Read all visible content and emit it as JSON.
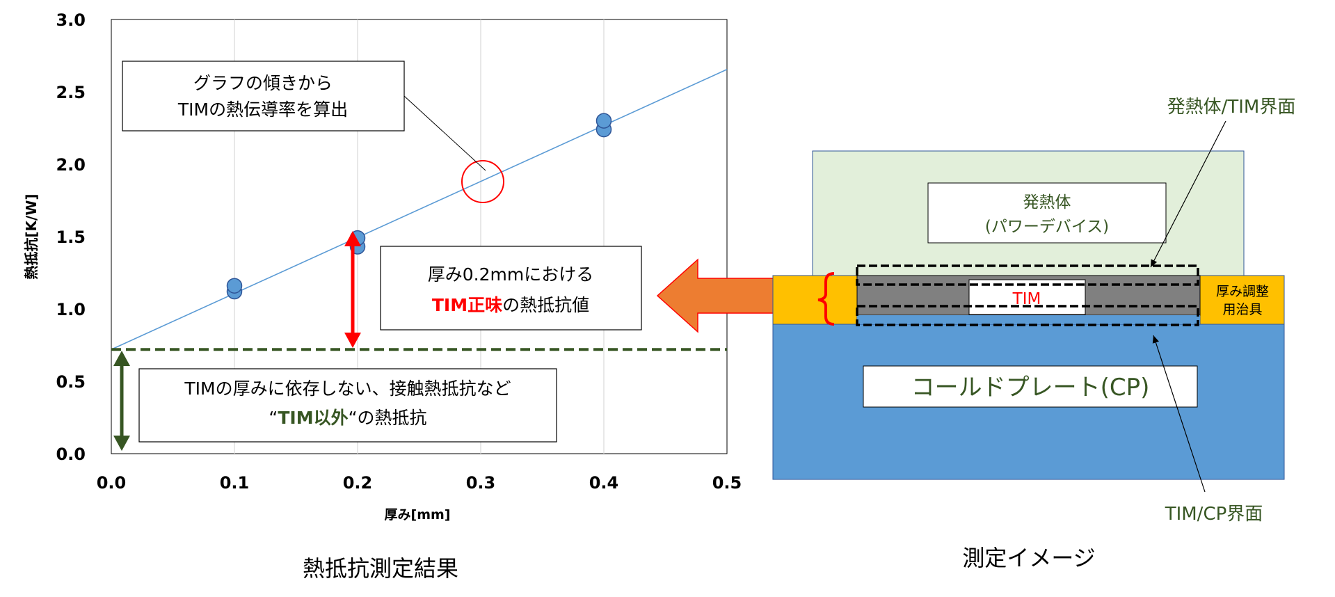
{
  "chart_data": {
    "type": "scatter",
    "xlabel": "厚み[mm]",
    "ylabel": "熱抵抗[K/W]",
    "xlim": [
      0,
      0.5
    ],
    "ylim": [
      0,
      3.0
    ],
    "xticks": [
      "0.0",
      "0.1",
      "0.2",
      "0.3",
      "0.4",
      "0.5"
    ],
    "yticks": [
      "0.0",
      "0.5",
      "1.0",
      "1.5",
      "2.0",
      "2.5",
      "3.0"
    ],
    "grid": "vertical",
    "points": [
      {
        "x": 0.1,
        "y": 1.12
      },
      {
        "x": 0.1,
        "y": 1.16
      },
      {
        "x": 0.2,
        "y": 1.43
      },
      {
        "x": 0.2,
        "y": 1.49
      },
      {
        "x": 0.4,
        "y": 2.24
      },
      {
        "x": 0.4,
        "y": 2.3
      }
    ],
    "fit_line": {
      "intercept": 0.72,
      "slope": 3.87
    },
    "baseline": 0.72,
    "colors": {
      "points": "#5b9bd5",
      "fit": "#5b9bd5",
      "baseline": "#375623"
    }
  },
  "chart_caption": "熱抵抗測定結果",
  "annotations": {
    "slope_line1": "グラフの傾きから",
    "slope_line2": "TIMの熱伝導率を算出",
    "net_line1": "厚み0.2mmにおける",
    "net_bold": "TIM正味",
    "net_rest": "の熱抵抗値",
    "other_line1": "TIMの厚みに依存しない、接触熱抵抗など",
    "other_q1": "“",
    "other_bold": "TIM以外",
    "other_rest": "“の熱抵抗"
  },
  "diagram": {
    "caption": "測定イメージ",
    "heater_line1": "発熱体",
    "heater_line2": "(パワーデバイス)",
    "tim": "TIM",
    "jig_line1": "厚み調整",
    "jig_line2": "用治具",
    "coldplate": "コールドプレート(CP)",
    "label_top": "発熱体/TIM界面",
    "label_bottom": "TIM/CP界面",
    "colors": {
      "heater_bg": "#e2efda",
      "coldplate": "#5b9bd5",
      "jig": "#ffc000",
      "tim_layer": "#808080",
      "arrow": "#ed7d31",
      "green_text": "#375623",
      "red": "#ff0000"
    }
  }
}
